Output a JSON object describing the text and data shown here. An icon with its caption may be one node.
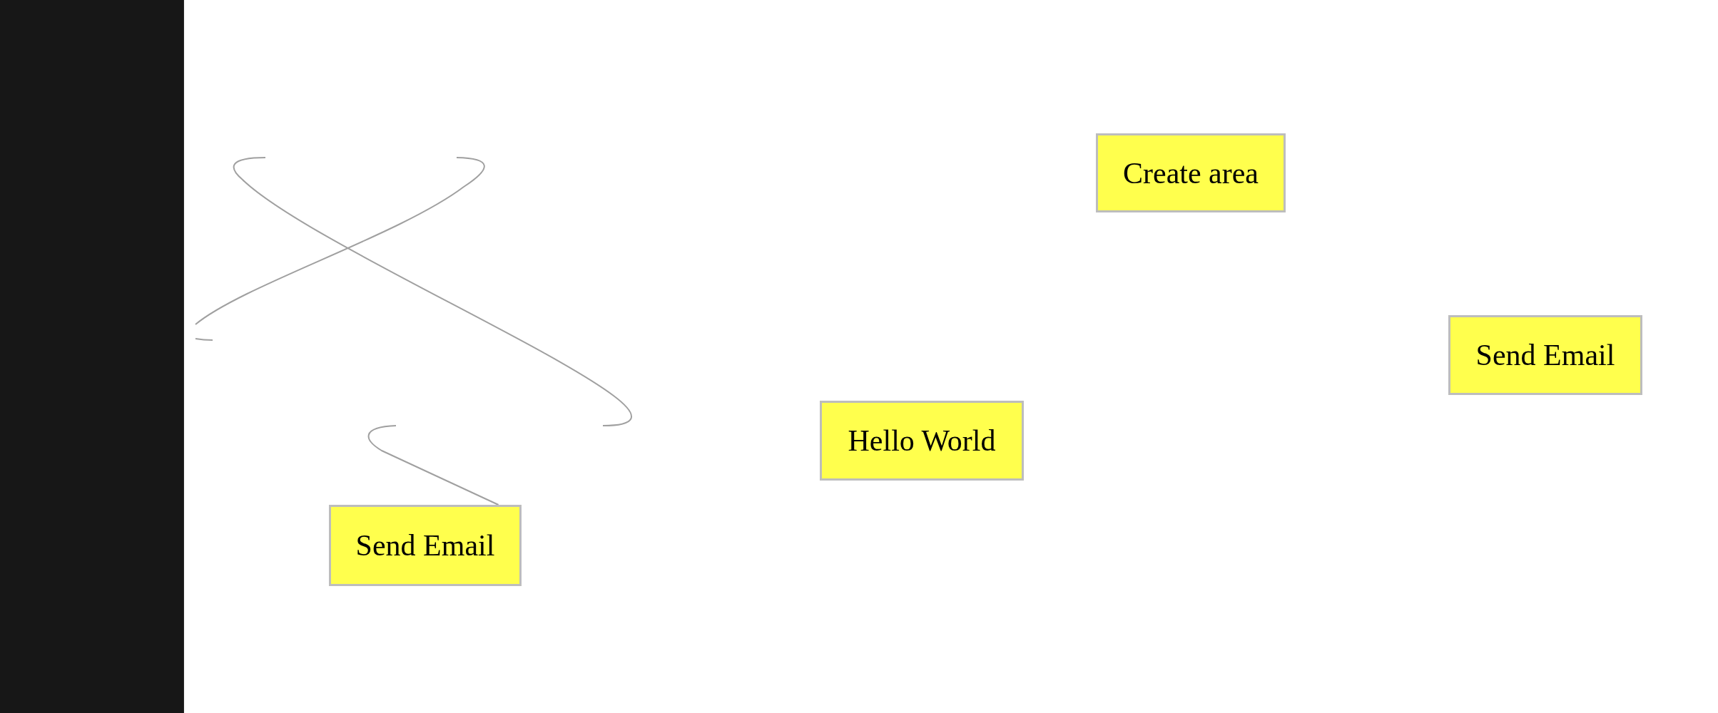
{
  "diagram": {
    "nodes": [
      {
        "text": [
          "Create area"
        ]
      },
      {
        "text": [
          "Send Email"
        ]
      },
      {
        "text": [
          "Hello World"
        ]
      },
      {
        "text": [
          "Send Email"
        ]
      }
    ],
    "edges": [
      {
        "from": null,
        "to": 3,
        "arrow": "none"
      }
    ]
  }
}
